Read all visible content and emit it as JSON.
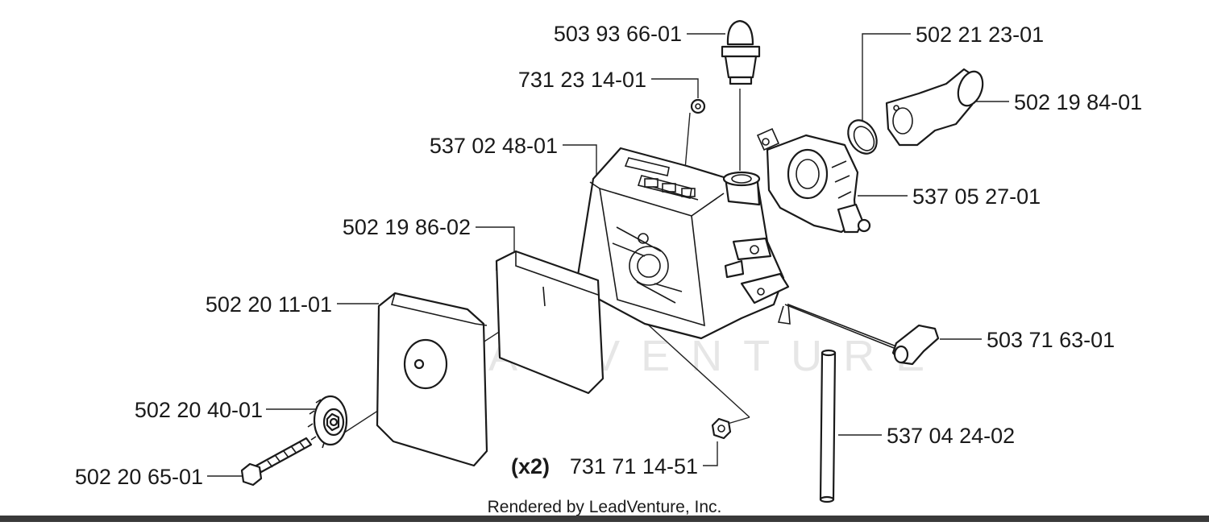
{
  "watermark": "LEADVENTURE",
  "footer": "Rendered by LeadVenture, Inc.",
  "callouts": {
    "primer_bulb": "503 93 66-01",
    "nut_small": "731 23 14-01",
    "filter_holder": "537 02 48-01",
    "filter_insert": "502 19 86-02",
    "air_filter_cover": "502 20 11-01",
    "knob": "502 20 40-01",
    "screw": "502 20 65-01",
    "nut_qty": "(x2)",
    "nut_hex": "731 71 14-51",
    "gasket_ring": "502 21 23-01",
    "intake_boot": "502 19 84-01",
    "carburetor": "537 05 27-01",
    "choke_rod": "503 71 63-01",
    "fuel_hose": "537 04 24-02"
  }
}
